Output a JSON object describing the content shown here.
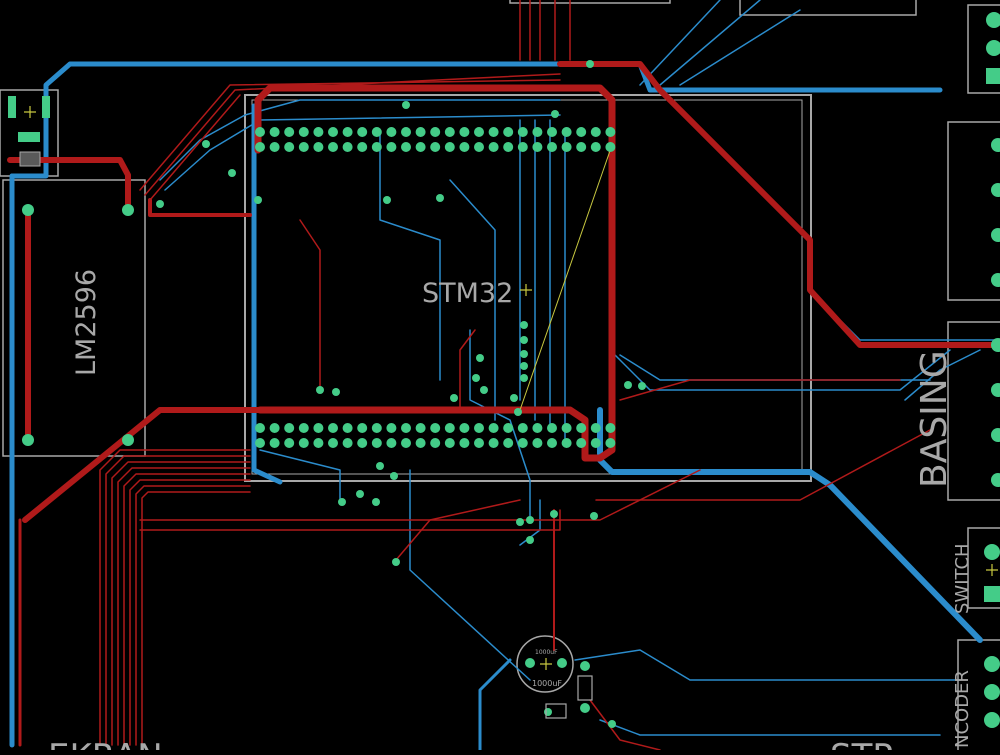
{
  "colors": {
    "background": "#000000",
    "top_layer": "#b01a1a",
    "bottom_layer": "#2b8ccc",
    "outline": "#a8a8a8",
    "pad": "#44cc88",
    "airwire": "#c8c840"
  },
  "labels": {
    "mcu": "STM32",
    "regulator": "LM2596",
    "sensor": "BASING",
    "switch": "SWITCH",
    "encoder": "NCODER",
    "cap_top": "1000uF",
    "cap_bottom": "1000uF",
    "bottom_left": "EKRAN",
    "bottom_right": "STP"
  }
}
